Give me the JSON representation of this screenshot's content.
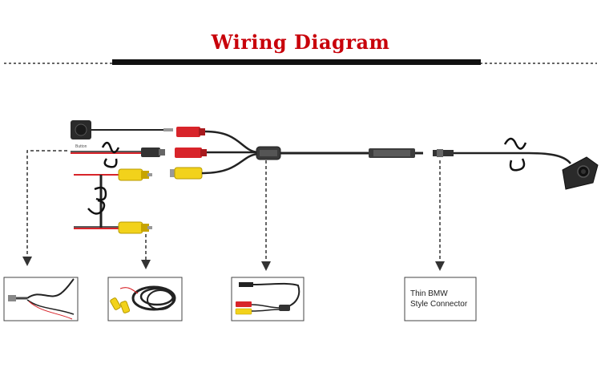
{
  "title": "Wiring Diagram",
  "colors": {
    "title": "#c8000a",
    "cable": "#222222",
    "red_wire": "#d8242a",
    "rca_yellow": "#f2d21b",
    "rca_red": "#d8242a",
    "arrow": "#333333"
  },
  "labels": {
    "button": "Button",
    "thin_bmw_line1": "Thin BMW",
    "thin_bmw_line2": "Style Connector"
  },
  "icons": {
    "button_module": "square-push-button-icon",
    "camera": "license-plate-camera-icon"
  }
}
